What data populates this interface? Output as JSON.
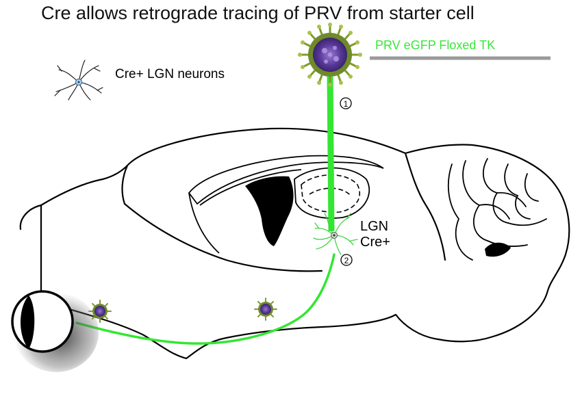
{
  "title": "Cre allows retrograde tracing of PRV from starter cell",
  "legend": {
    "virus_label": "PRV eGFP Floxed TK",
    "neuron_label": "Cre+ LGN neurons"
  },
  "annotations": {
    "step1": "1",
    "step2": "2",
    "region_line1": "LGN",
    "region_line2": "Cre+"
  },
  "colors": {
    "tracer_green": "#33e633",
    "virus_label_green": "#39e639",
    "virus_spike_green": "#7f9a2e",
    "virus_core_purple": "#5a3a9a",
    "legend_bar_gray": "#9a9a9a",
    "outline": "#000000"
  }
}
